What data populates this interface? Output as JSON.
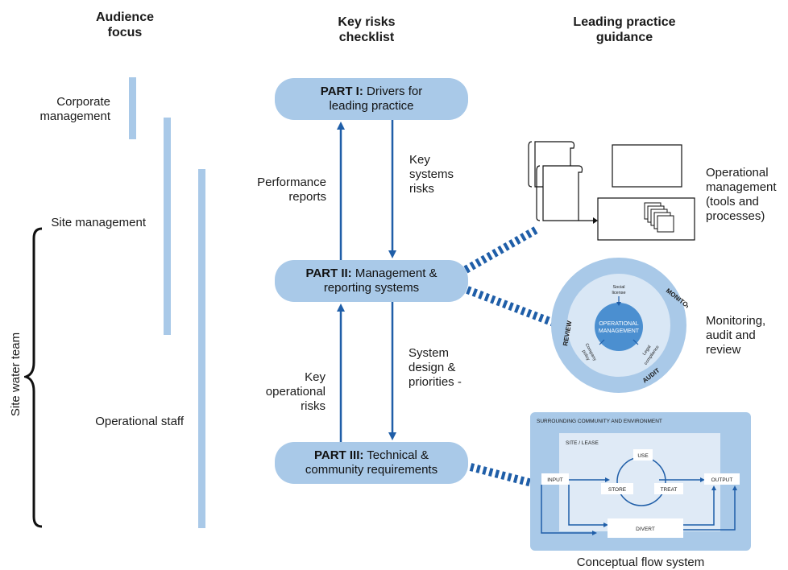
{
  "headers": {
    "audience": "Audience focus",
    "checklist": "Key risks checklist",
    "guidance": "Leading practice guidance"
  },
  "audience": {
    "corporate": "Corporate management",
    "site": "Site management",
    "operational": "Operational staff",
    "team": "Site water team"
  },
  "parts": {
    "p1_bold": "PART I:",
    "p1_rest_a": "Drivers for",
    "p1_rest_b": "leading practice",
    "p2_bold": "PART II:",
    "p2_rest_a": "Management &",
    "p2_rest_b": "reporting systems",
    "p3_bold": "PART III:",
    "p3_rest_a": "Technical &",
    "p3_rest_b": "community requirements"
  },
  "arrows": {
    "performance_reports": "Performance reports",
    "key_systems_risks": "Key systems risks",
    "key_operational_risks": "Key operational risks",
    "system_design": "System design & priorities -"
  },
  "guidance": {
    "operational_mgmt": "Operational management (tools and processes)",
    "monitoring": "Monitoring, audit and review",
    "flow_caption": "Conceptual flow system"
  },
  "circle": {
    "monitor": "MONITOR",
    "review": "REVIEW",
    "audit": "AUDIT",
    "center_a": "OPERATIONAL",
    "center_b": "MANAGEMENT",
    "social_a": "Social",
    "social_b": "license",
    "company_a": "Company",
    "company_b": "policy",
    "legal_a": "Legal",
    "legal_b": "compliance"
  },
  "flow": {
    "surrounding": "SURROUNDING COMMUNITY AND ENVIRONMENT",
    "site": "SITE / LEASE",
    "use": "USE",
    "input": "INPUT",
    "store": "STORE",
    "treat": "TREAT",
    "output": "OUTPUT",
    "divert": "DIVERT"
  },
  "colors": {
    "bar": "#a9c9e8",
    "arrow": "#1f5ea8",
    "hatch": "#1f5ea8",
    "circle_outer": "#a9c9e8",
    "circle_inner": "#d9e7f5",
    "circle_core": "#4b8fd0",
    "flow_outer": "#a9c9e8",
    "flow_inner": "#dfeaf6"
  }
}
